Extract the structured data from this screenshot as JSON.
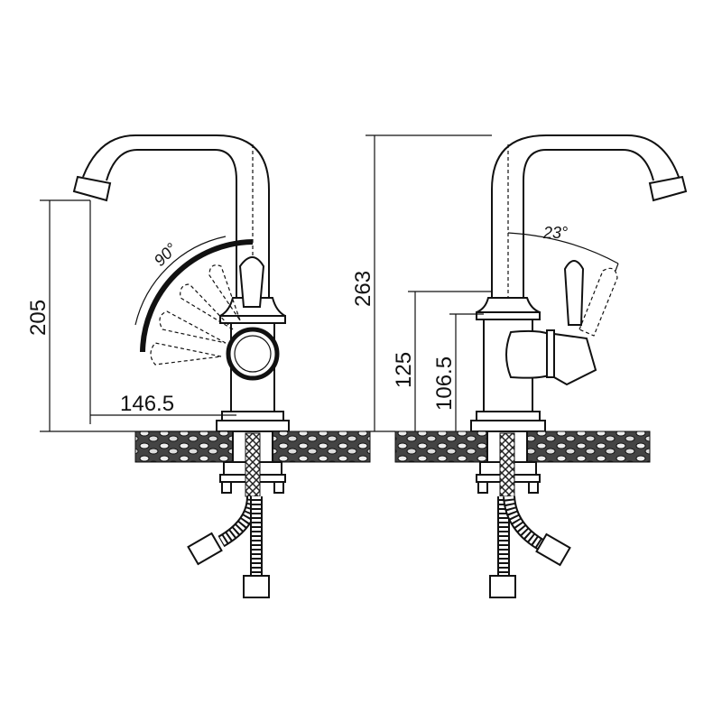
{
  "front_view": {
    "dimensions": {
      "height_spout": "205",
      "reach": "146.5"
    },
    "lever_angle": "90°"
  },
  "side_view": {
    "dimensions": {
      "total_height": "263",
      "lever_height": "125",
      "body_height": "106.5"
    },
    "lever_angle": "23°"
  }
}
